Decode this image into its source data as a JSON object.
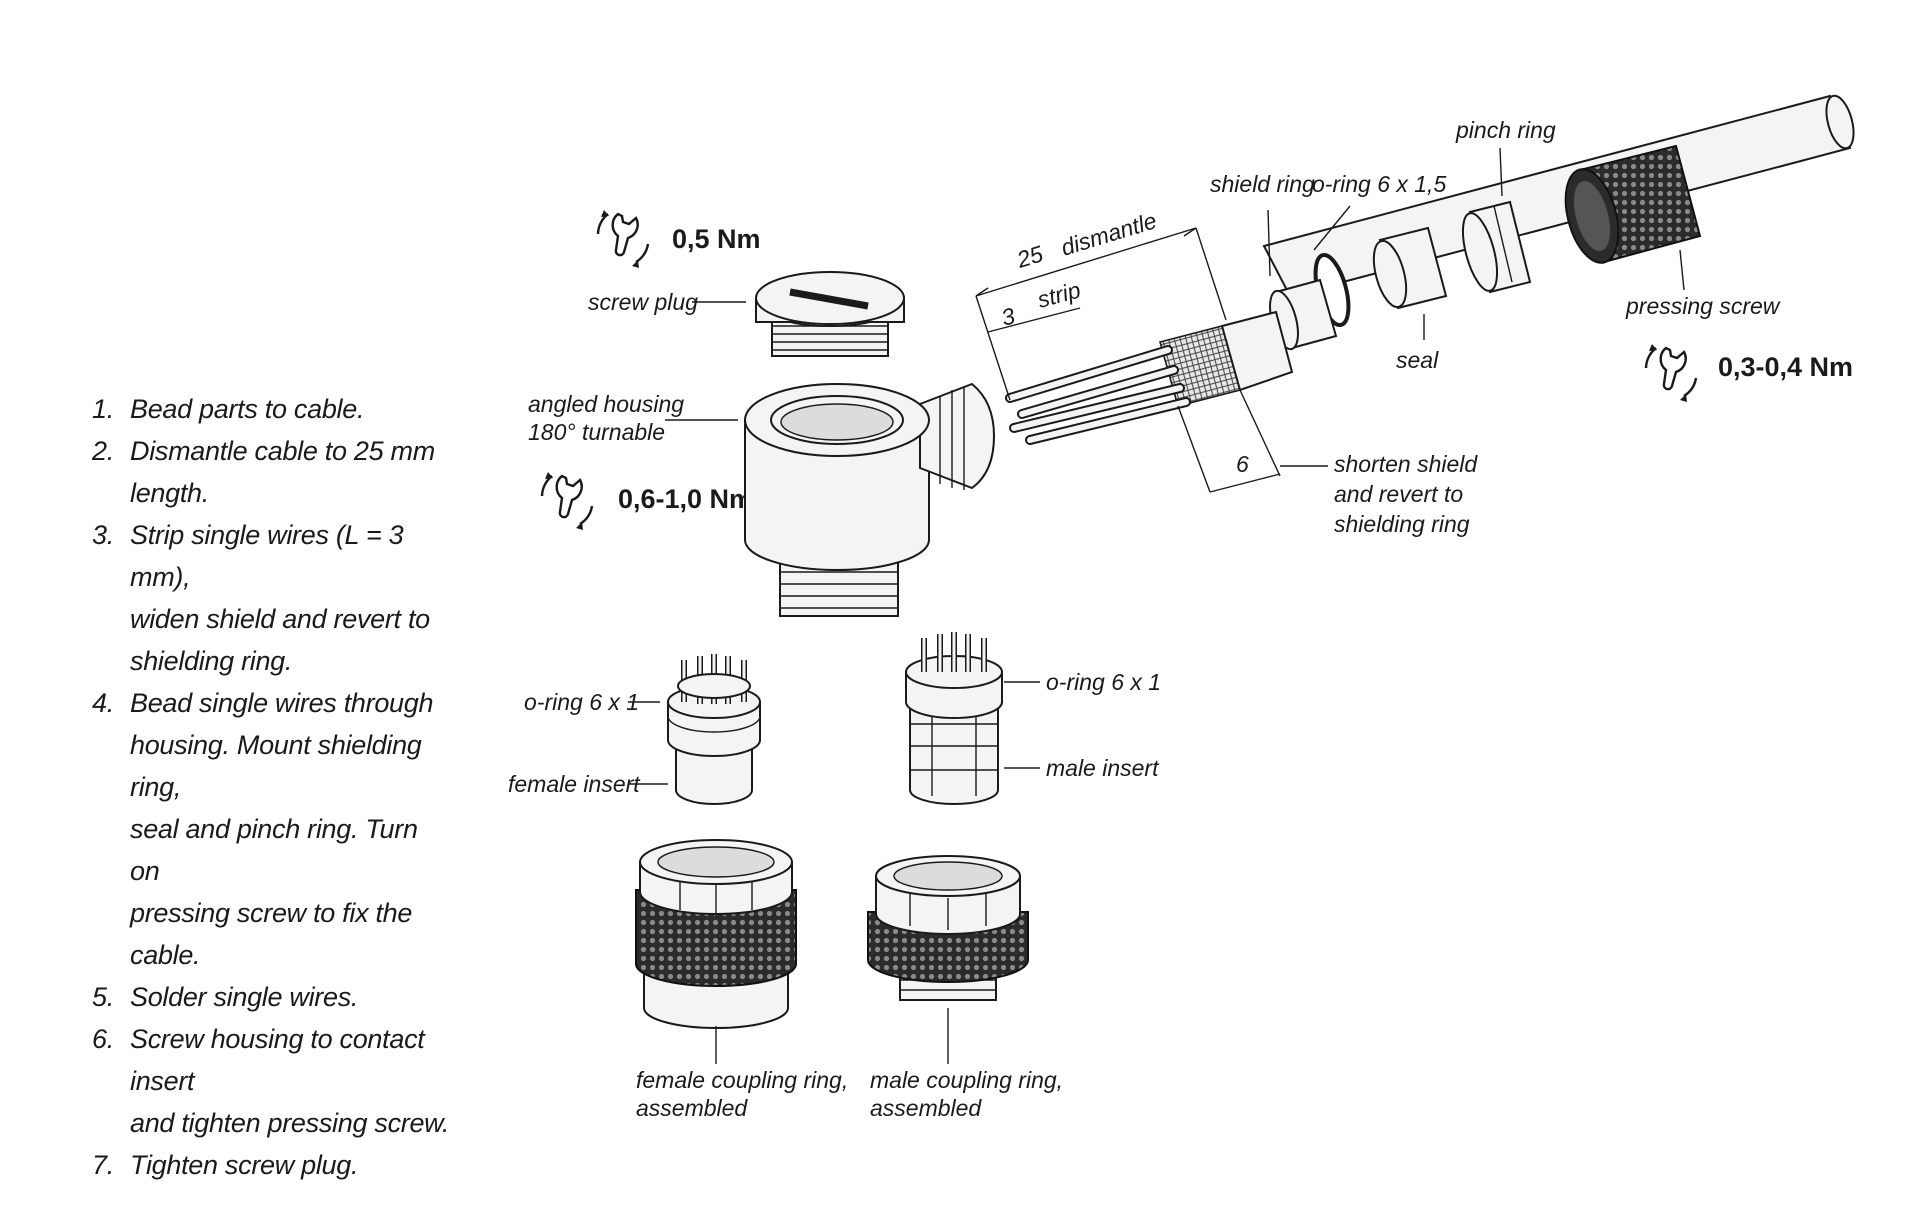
{
  "instructions": [
    {
      "num": "1.",
      "lines": [
        "Bead parts to cable."
      ]
    },
    {
      "num": "2.",
      "lines": [
        "Dismantle cable to 25 mm",
        "length."
      ]
    },
    {
      "num": "3.",
      "lines": [
        "Strip single wires (L = 3 mm),",
        "widen shield and revert to",
        "shielding ring."
      ]
    },
    {
      "num": "4.",
      "lines": [
        "Bead single wires through",
        "housing. Mount shielding ring,",
        "seal and pinch ring. Turn on",
        "pressing screw to fix the cable."
      ]
    },
    {
      "num": "5.",
      "lines": [
        "Solder single wires."
      ]
    },
    {
      "num": "6.",
      "lines": [
        "Screw housing to contact insert",
        "and tighten pressing screw."
      ]
    },
    {
      "num": "7.",
      "lines": [
        "Tighten screw plug."
      ]
    }
  ],
  "torques": {
    "screw_plug": "0,5 Nm",
    "housing": "0,6-1,0 Nm",
    "pressing_screw": "0,3-0,4 Nm"
  },
  "labels": {
    "screw_plug": "screw plug",
    "angled_housing_1": "angled housing",
    "angled_housing_2": "180° turnable",
    "o_ring_female": "o-ring 6 x 1",
    "female_insert": "female insert",
    "o_ring_male": "o-ring 6 x 1",
    "male_insert": "male insert",
    "female_coupling_1": "female coupling ring,",
    "female_coupling_2": "assembled",
    "male_coupling_1": "male coupling ring,",
    "male_coupling_2": "assembled",
    "shield_ring": "shield ring",
    "o_ring_cable": "o-ring 6 x 1,5",
    "pinch_ring": "pinch ring",
    "pressing_screw": "pressing screw",
    "seal": "seal",
    "shorten_1": "shorten shield",
    "shorten_2": "and revert to",
    "shorten_3": "shielding ring"
  },
  "dimensions": {
    "dismantle_value": "25",
    "dismantle_label": "dismantle",
    "strip_value": "3",
    "strip_label": "strip",
    "shield_value": "6"
  },
  "icons": {
    "torque_wrench": "wrench-rotate-icon"
  }
}
